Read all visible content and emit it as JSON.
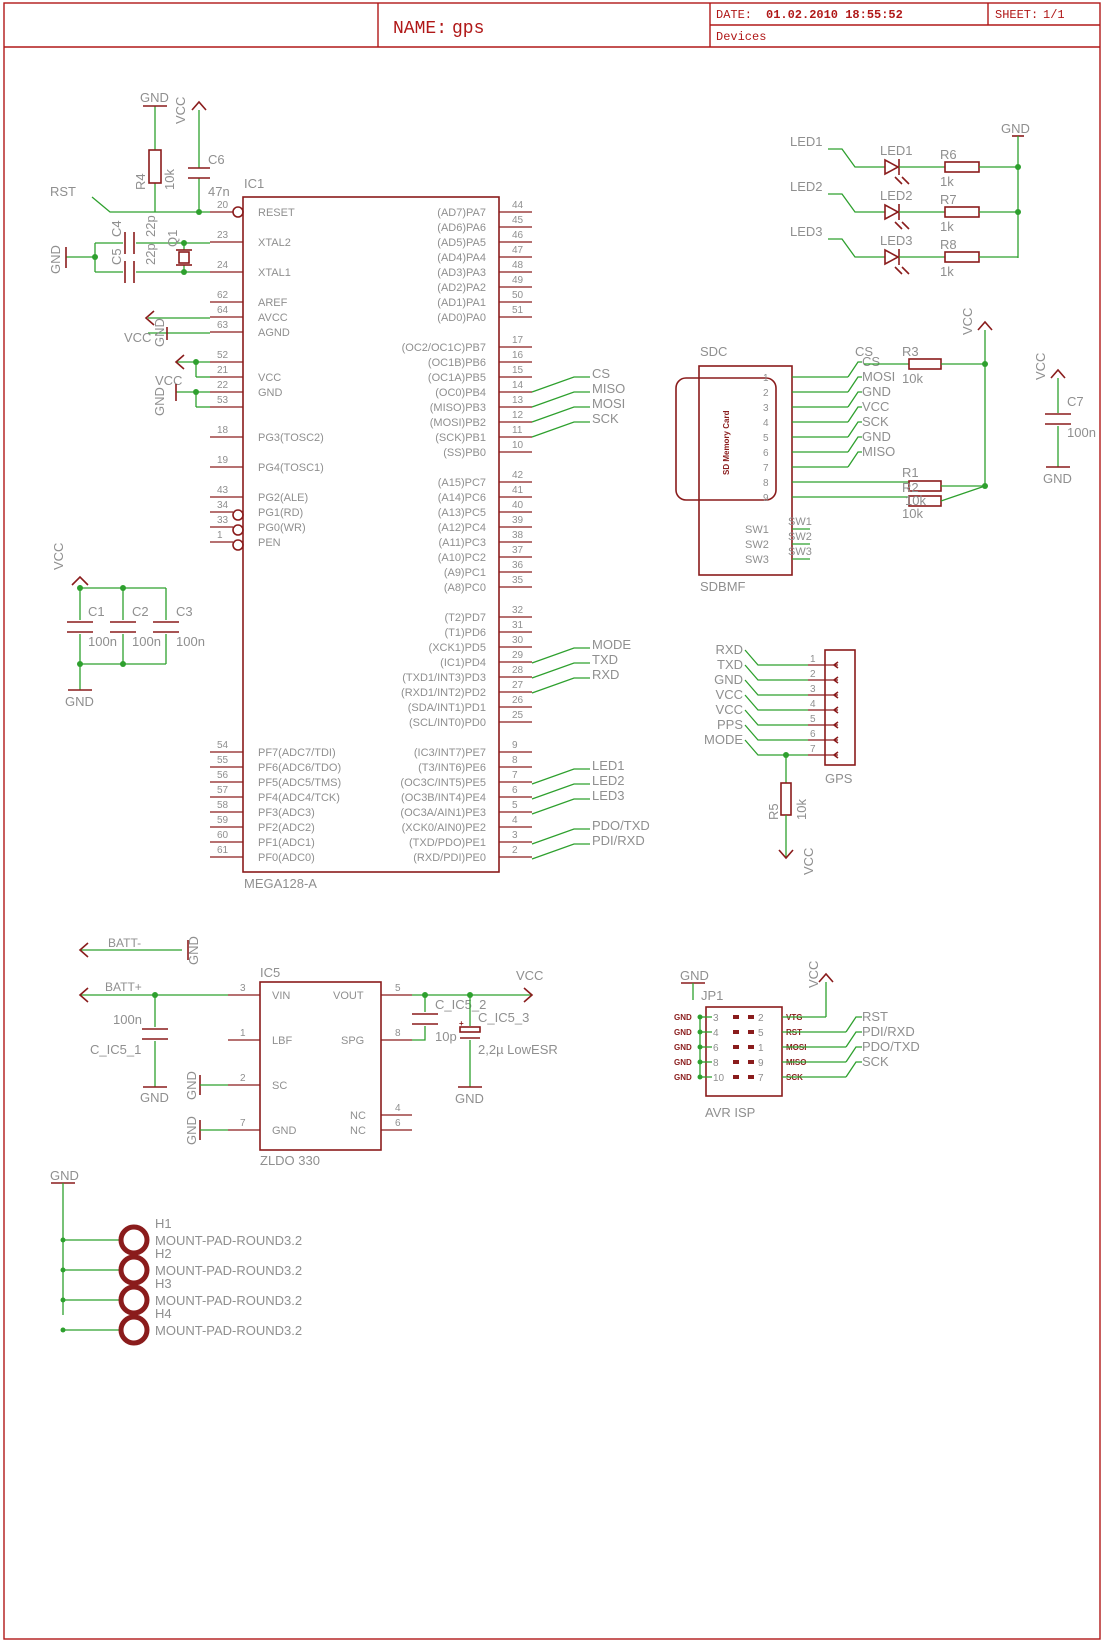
{
  "title_block": {
    "name_label": "NAME:",
    "name_value": "gps",
    "date_label": "DATE:",
    "date_value": "01.02.2010 18:55:52",
    "sheet_label": "SHEET:",
    "sheet_value": "1/1",
    "subtitle": "Devices"
  },
  "ic1": {
    "ref": "IC1",
    "value": "MEGA128-A",
    "left_pins": [
      [
        "20",
        "RESET"
      ],
      [
        "23",
        "XTAL2"
      ],
      [
        "24",
        "XTAL1"
      ],
      [
        "62",
        "AREF"
      ],
      [
        "64",
        "AVCC"
      ],
      [
        "63",
        "AGND"
      ],
      [
        "21",
        "VCC"
      ],
      [
        "22",
        "GND"
      ],
      [
        "18",
        "PG3(TOSC2)"
      ],
      [
        "19",
        "PG4(TOSC1)"
      ],
      [
        "43",
        "PG2(ALE)"
      ],
      [
        "34",
        "PG1(RD)"
      ],
      [
        "33",
        "PG0(WR)"
      ],
      [
        "1",
        "PEN"
      ],
      [
        "54",
        "PF7(ADC7/TDI)"
      ],
      [
        "55",
        "PF6(ADC6/TDO)"
      ],
      [
        "56",
        "PF5(ADC5/TMS)"
      ],
      [
        "57",
        "PF4(ADC4/TCK)"
      ],
      [
        "58",
        "PF3(ADC3)"
      ],
      [
        "59",
        "PF2(ADC2)"
      ],
      [
        "60",
        "PF1(ADC1)"
      ],
      [
        "61",
        "PF0(ADC0)"
      ]
    ],
    "extra_left_pins": [
      "52",
      "53"
    ],
    "right_pins": [
      [
        "44",
        "(AD7)PA7"
      ],
      [
        "45",
        "(AD6)PA6"
      ],
      [
        "46",
        "(AD5)PA5"
      ],
      [
        "47",
        "(AD4)PA4"
      ],
      [
        "48",
        "(AD3)PA3"
      ],
      [
        "49",
        "(AD2)PA2"
      ],
      [
        "50",
        "(AD1)PA1"
      ],
      [
        "51",
        "(AD0)PA0"
      ],
      [
        "17",
        "(OC2/OC1C)PB7"
      ],
      [
        "16",
        "(OC1B)PB6"
      ],
      [
        "15",
        "(OC1A)PB5"
      ],
      [
        "14",
        "(OC0)PB4"
      ],
      [
        "13",
        "(MISO)PB3"
      ],
      [
        "12",
        "(MOSI)PB2"
      ],
      [
        "11",
        "(SCK)PB1"
      ],
      [
        "10",
        "(SS)PB0"
      ],
      [
        "42",
        "(A15)PC7"
      ],
      [
        "41",
        "(A14)PC6"
      ],
      [
        "40",
        "(A13)PC5"
      ],
      [
        "39",
        "(A12)PC4"
      ],
      [
        "38",
        "(A11)PC3"
      ],
      [
        "37",
        "(A10)PC2"
      ],
      [
        "36",
        "(A9)PC1"
      ],
      [
        "35",
        "(A8)PC0"
      ],
      [
        "32",
        "(T2)PD7"
      ],
      [
        "31",
        "(T1)PD6"
      ],
      [
        "30",
        "(XCK1)PD5"
      ],
      [
        "29",
        "(IC1)PD4"
      ],
      [
        "28",
        "(TXD1/INT3)PD3"
      ],
      [
        "27",
        "(RXD1/INT2)PD2"
      ],
      [
        "26",
        "(SDA/INT1)PD1"
      ],
      [
        "25",
        "(SCL/INT0)PD0"
      ],
      [
        "9",
        "(IC3/INT7)PE7"
      ],
      [
        "8",
        "(T3/INT6)PE6"
      ],
      [
        "7",
        "(OC3C/INT5)PE5"
      ],
      [
        "6",
        "(OC3B/INT4)PE4"
      ],
      [
        "5",
        "(OC3A/AIN1)PE3"
      ],
      [
        "4",
        "(XCK0/AIN0)PE2"
      ],
      [
        "3",
        "(TXD/PDO)PE1"
      ],
      [
        "2",
        "(RXD/PDI)PE0"
      ]
    ]
  },
  "net_labels": {
    "gnd": "GND",
    "vcc": "VCC",
    "rst": "RST",
    "cs": "CS",
    "miso": "MISO",
    "mosi": "MOSI",
    "sck": "SCK",
    "mode": "MODE",
    "txd": "TXD",
    "rxd": "RXD",
    "led1": "LED1",
    "led2": "LED2",
    "led3": "LED3",
    "pdo_txd": "PDO/TXD",
    "pdi_rxd": "PDI/RXD",
    "pps": "PPS",
    "batt_minus": "BATT-",
    "batt_plus": "BATT+",
    "pdi_rxd2": "PDI/RXD"
  },
  "passives": {
    "r4": "R4",
    "r4v": "10k",
    "c6": "C6",
    "c6v": "47n",
    "c4": "C4",
    "c4v": "22p",
    "c5": "C5",
    "c5v": "22p",
    "q1": "Q1",
    "c1": "C1",
    "c2": "C2",
    "c3": "C3",
    "c100n": "100n",
    "r6": "R6",
    "r7": "R7",
    "r8": "R8",
    "v1k": "1k",
    "r3": "R3",
    "r1": "R1",
    "r2": "R2",
    "v10k": "10k",
    "c7": "C7",
    "r5": "R5"
  },
  "sd": {
    "ref": "SDC",
    "value": "SDBMF",
    "card": "SD Memory Card",
    "pins": [
      "1",
      "2",
      "3",
      "4",
      "5",
      "6",
      "7",
      "8",
      "9"
    ],
    "sw": [
      "SW1",
      "SW2",
      "SW3"
    ]
  },
  "gps": {
    "ref": "GPS",
    "pins": [
      "1",
      "2",
      "3",
      "4",
      "5",
      "6",
      "7"
    ]
  },
  "ic5": {
    "ref": "IC5",
    "value": "ZLDO 330",
    "vin": "VIN",
    "vout": "VOUT",
    "lbf": "LBF",
    "spg": "SPG",
    "sc": "SC",
    "gnd": "GND",
    "nc": "NC",
    "c_ic5_1": "C_IC5_1",
    "c_ic5_2": "C_IC5_2",
    "c_ic5_3": "C_IC5_3",
    "v10p": "10p",
    "v22": "2,2µ LowESR",
    "p3": "3",
    "p5": "5",
    "p1": "1",
    "p8": "8",
    "p2": "2",
    "p7": "7",
    "p4": "4",
    "p6": "6"
  },
  "jp1": {
    "ref": "JP1",
    "value": "AVR ISP",
    "left": [
      "3",
      "4",
      "6",
      "8",
      "10"
    ],
    "right": [
      "2",
      "5",
      "1",
      "9",
      "7"
    ],
    "rsig": [
      "VTG",
      "RST",
      "MOSI",
      "MISO",
      "SCK"
    ],
    "rnet": [
      "RST",
      "PDI/RXD",
      "PDO/TXD",
      "SCK"
    ]
  },
  "mounts": {
    "names": [
      "H1",
      "H2",
      "H3",
      "H4"
    ],
    "value": "MOUNT-PAD-ROUND3.2"
  }
}
